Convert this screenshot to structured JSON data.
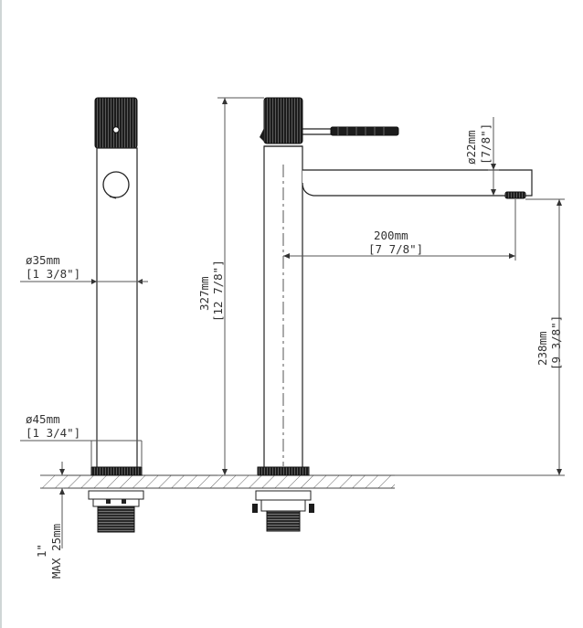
{
  "colors": {
    "line": "#222222",
    "dark_part": "#1c1c1c",
    "hatch": "#555555",
    "background": "#ffffff"
  },
  "labels": {
    "diam35_mm": "ø35mm",
    "diam35_in": "[1 3/8\"]",
    "diam45_mm": "ø45mm",
    "diam45_in": "[1 3/4\"]",
    "height_mm": "327mm",
    "height_in": "[12 7/8\"]",
    "reach_mm": "200mm",
    "reach_in": "[7 7/8\"]",
    "spout_diam_mm": "ø22mm",
    "spout_diam_in": "[7/8\"]",
    "spout_height_mm": "238mm",
    "spout_height_in": "[9 3/8\"]",
    "deck_in": "1\"",
    "deck_mm": "MAX 25mm"
  }
}
